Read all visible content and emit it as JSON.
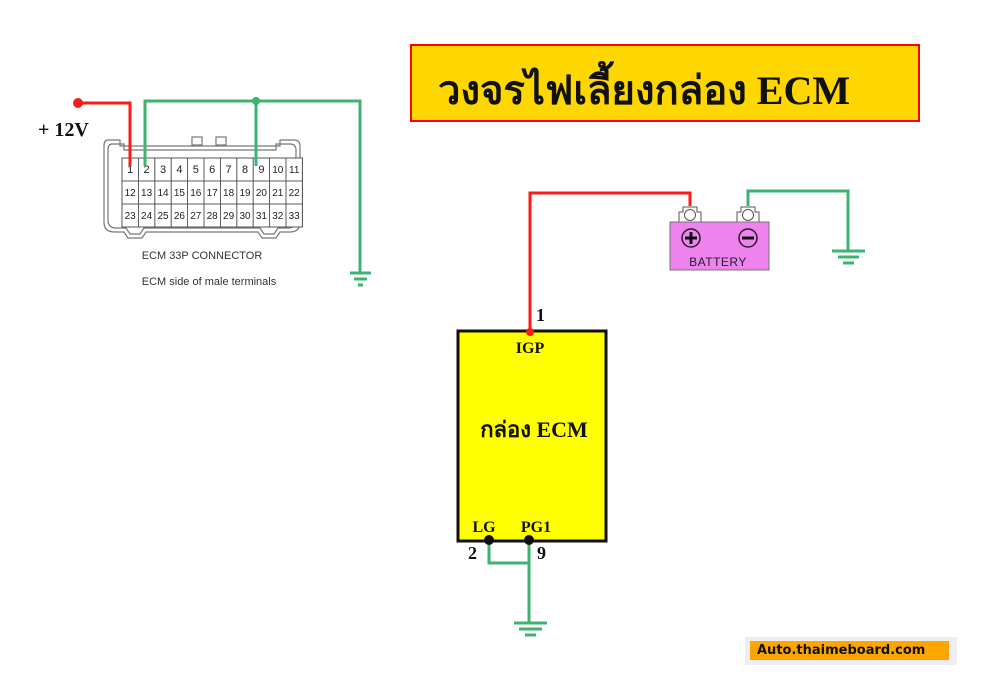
{
  "title": "วงจรไฟเลี้ยงกล่อง ECM",
  "colors": {
    "positive_wire": "#ff1a1a",
    "ground_wire": "#3cb371",
    "ecm_box_fill": "#ffff00",
    "battery_fill": "#ee82ee",
    "title_fill": "#ffd700",
    "title_border": "#ff0000",
    "watermark_fill": "#ffa500"
  },
  "connector": {
    "supply_label": "+ 12V",
    "name": "ECM 33P CONNECTOR",
    "subtitle": "ECM side of male terminals",
    "rows": [
      [
        "1",
        "2",
        "3",
        "4",
        "5",
        "6",
        "7",
        "8",
        "9",
        "10",
        "11"
      ],
      [
        "12",
        "13",
        "14",
        "15",
        "16",
        "17",
        "18",
        "19",
        "20",
        "21",
        "22"
      ],
      [
        "23",
        "24",
        "25",
        "26",
        "27",
        "28",
        "29",
        "30",
        "31",
        "32",
        "33"
      ]
    ],
    "positive_pin": "1",
    "ground_pins": [
      "2",
      "9"
    ]
  },
  "battery": {
    "label": "BATTERY",
    "positive_symbol": "+",
    "negative_symbol": "−"
  },
  "ecm": {
    "label": "กล่อง ECM",
    "pins": [
      {
        "name": "IGP",
        "number": "1",
        "wire": "positive"
      },
      {
        "name": "LG",
        "number": "2",
        "wire": "ground"
      },
      {
        "name": "PG1",
        "number": "9",
        "wire": "ground"
      }
    ]
  },
  "watermark": "Auto.thaimeboard.com"
}
